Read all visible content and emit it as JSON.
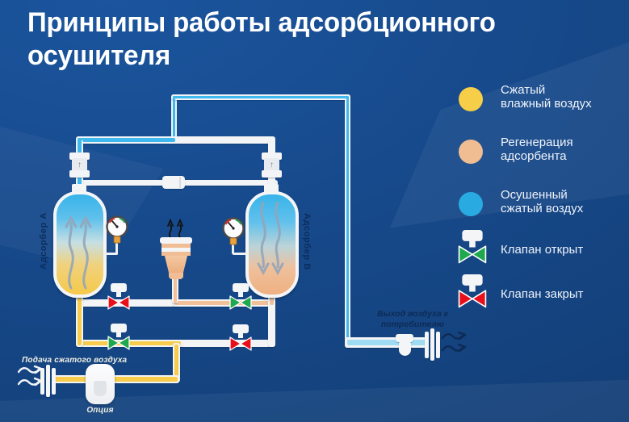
{
  "title": {
    "line1": "Принципы работы адсорбционного",
    "line2": "осушителя"
  },
  "legend": {
    "items": [
      {
        "label": "Сжатый влажный воздух",
        "line1": "Сжатый",
        "line2": "влажный воздух",
        "color": "#F6CE47"
      },
      {
        "label": "Регенерация адсорбента",
        "line1": "Регенерация",
        "line2": "адсорбента",
        "color": "#F0BD92"
      },
      {
        "label": "Осушенный сжатый воздух",
        "line1": "Осушенный",
        "line2": "сжатый воздух",
        "color": "#29ABE2"
      },
      {
        "label": "Клапан открыт",
        "line1": "Клапан открыт",
        "color": "#1FA84D"
      },
      {
        "label": "Клапан закрыт",
        "line1": "Клапан закрыт",
        "color": "#E80F1B"
      }
    ]
  },
  "diagram": {
    "adsorber_a": "Адсорбер А",
    "adsorber_b": "Адсорбер В",
    "supply_label": "Подача сжатого воздуха",
    "option_label": "Опция",
    "outlet_line1": "Выход воздуха к",
    "outlet_line2": "потребителю",
    "check_valve_glyph": "↑",
    "colors": {
      "wet_air_pipe": "#F8CC4B",
      "regeneration_pipe": "#F2C19A",
      "dry_air_pipe": "#3FB9EE",
      "outlet_pipe": "#9FDCF4",
      "valve_open": "#1FA84D",
      "valve_closed": "#E80F1B",
      "background": "#174A88"
    }
  }
}
